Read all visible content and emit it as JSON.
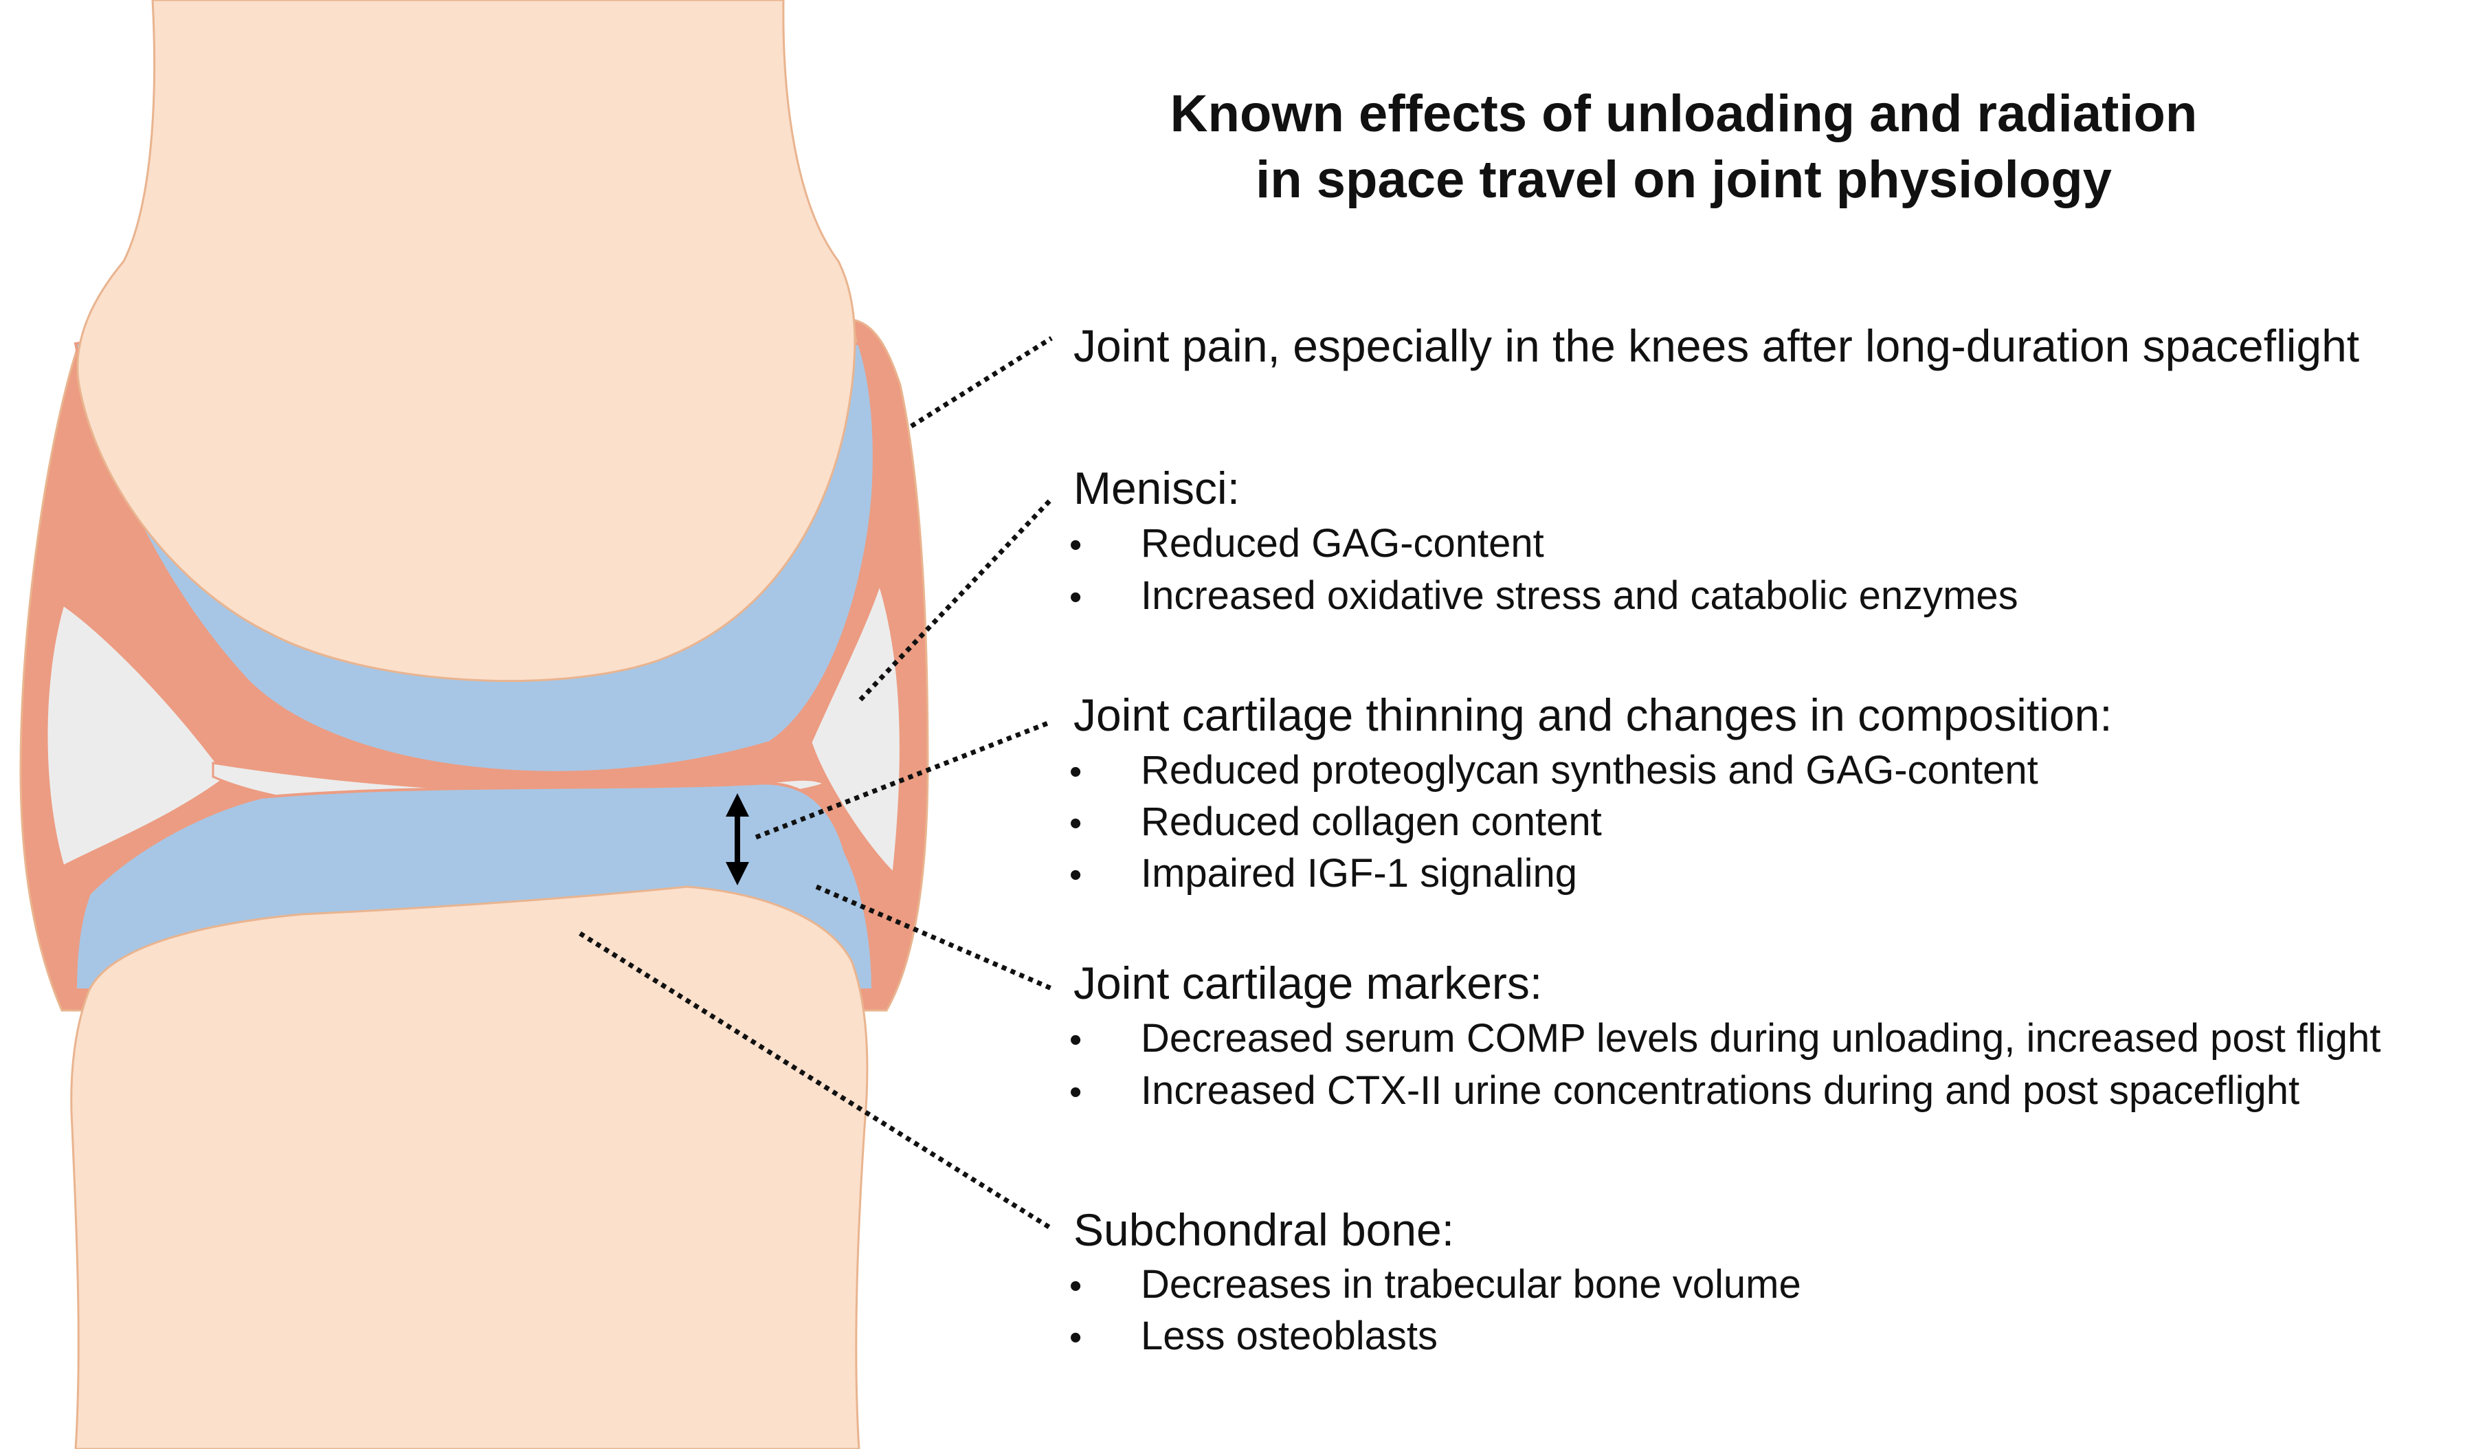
{
  "title": {
    "lines": [
      "Known effects of unloading and radiation",
      "in space travel on joint physiology"
    ]
  },
  "sections": {
    "joint_pain": {
      "heading": "Joint pain, especially in the knees after long-duration spaceflight"
    },
    "menisci": {
      "heading": "Menisci:",
      "bullets": [
        "Reduced GAG-content",
        "Increased oxidative stress and catabolic enzymes"
      ]
    },
    "cartilage_thinning": {
      "heading": "Joint cartilage thinning and changes in composition:",
      "bullets": [
        "Reduced proteoglycan synthesis and GAG-content",
        "Reduced collagen content",
        "Impaired IGF-1 signaling"
      ]
    },
    "cartilage_markers": {
      "heading": "Joint cartilage markers:",
      "bullets": [
        "Decreased serum COMP levels during unloading, increased post flight",
        "Increased CTX-II urine concentrations during and post spaceflight"
      ]
    },
    "subchondral_bone": {
      "heading": "Subchondral bone:",
      "bullets": [
        "Decreases in trabecular bone volume",
        "Less osteoblasts"
      ]
    }
  },
  "bullet_glyph": "•",
  "colors": {
    "bone": "#fbe0cc",
    "bone_outline": "#e9b48f",
    "cartilage": "#a7c6e5",
    "capsule": "#ec9c82",
    "synovial_space": "#ececec",
    "leader_line": "#111111"
  }
}
